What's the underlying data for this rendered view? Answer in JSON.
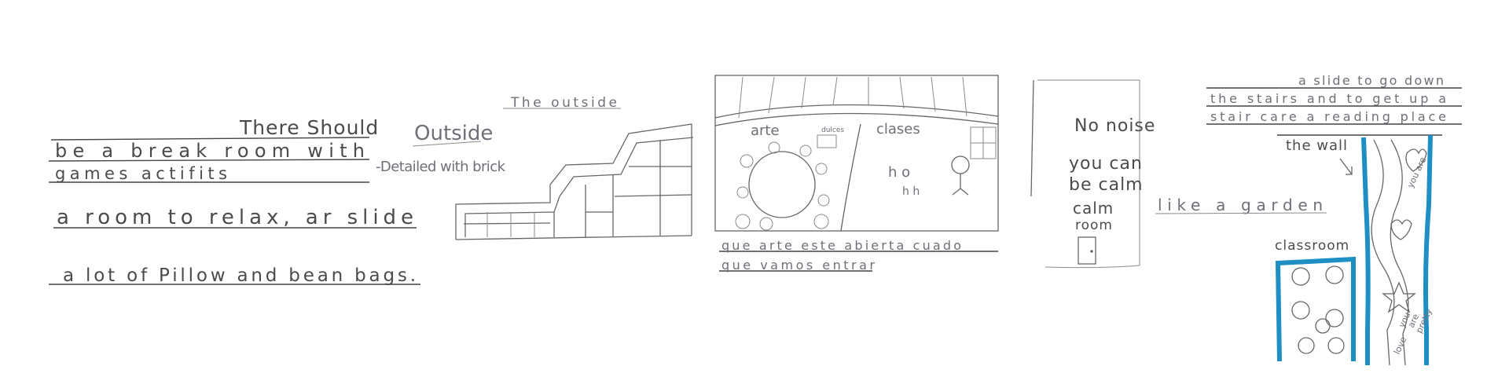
{
  "panel1": {
    "lines": [
      "There Should",
      "be a break room with",
      "games actifits",
      "a room to relax, ar slide",
      "a lot of Pillow and bean bags."
    ]
  },
  "panel2": {
    "title": "The outside",
    "label": "Outside",
    "caption": "-Detailed with brick"
  },
  "panel3": {
    "left_label": "arte",
    "sign_label": "dulces",
    "right_label": "clases",
    "caption_line1": "que arte este abierta cuado",
    "caption_line2": "que vamos entrar"
  },
  "panel4": {
    "line1": "No noise",
    "line2": "you can",
    "line3": "be calm",
    "line4": "calm",
    "line5": "room"
  },
  "panel5": {
    "text": "like a garden"
  },
  "panel6": {
    "top_line1": "a slide to go down",
    "top_line2": "the stairs and to get up a",
    "top_line3": "stair care a reading place",
    "wall_label": "the wall",
    "classroom_label": "classroom",
    "heart_text1": "you are",
    "heart_text2": "you",
    "heart_text3": "are",
    "heart_text4": "pretty",
    "heart_text5": "love"
  },
  "colors": {
    "pencil": "#555555",
    "blue_marker": "#1e8fc4"
  }
}
